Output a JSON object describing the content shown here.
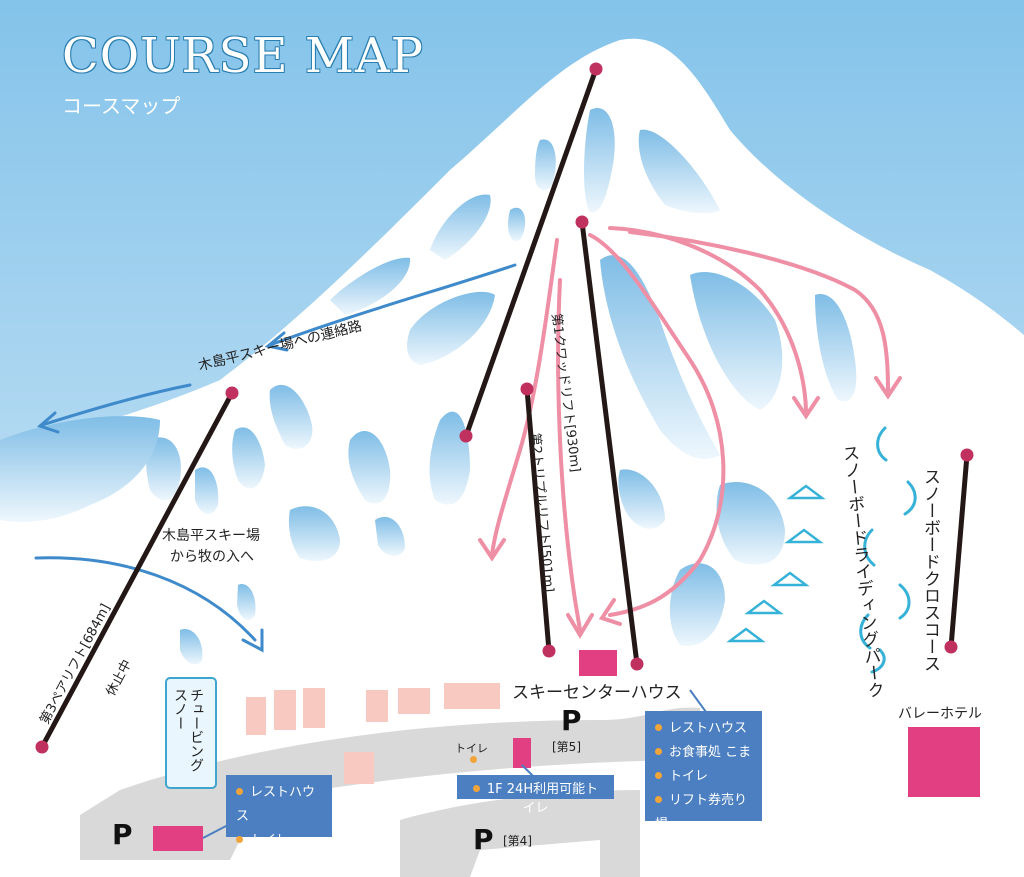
{
  "title": "COURSE MAP",
  "subtitle": "コースマップ",
  "colors": {
    "sky_top": "#84c3ea",
    "sky_bottom": "#dceef9",
    "trees": "#8fc5e8",
    "lift_line": "#231815",
    "lift_end": "#c0315f",
    "course_arrow": "#ee8fa5",
    "link_arrow": "#3e8acb",
    "building_pink": "#e23f83",
    "building_light": "#f7c9c0",
    "road": "#d9d9d9",
    "info_box": "#4b7fc1",
    "park_marks": "#36b2d8"
  },
  "lifts": {
    "lift1": "第1クワッドリフト[930m]",
    "lift2": "第2トリプルリフト[501m]",
    "lift3": "第3ペアリフト[684m]",
    "lift3_status": "休止中"
  },
  "labels": {
    "kijimadaira_link": "木島平スキー場への連絡路",
    "kijimadaira_from": [
      "木島平スキー場",
      "から牧の入へ"
    ],
    "tubing": [
      "チュービング",
      "スノー"
    ],
    "ski_center": "スキーセンターハウス",
    "sb_riding_park": "スノーボードライディングパーク",
    "sb_cross": "スノーボードクロスコース",
    "valley_hotel": "バレーホテル",
    "toilet": "トイレ",
    "toilet_24h": "1F 24H利用可能トイレ"
  },
  "parking": {
    "p_label": "P",
    "p5": "[第5]",
    "p4": "[第4]"
  },
  "info_boxes": {
    "center_house": [
      "レストハウス",
      "お食事処 こま",
      "トイレ",
      "リフト券売り場"
    ],
    "left_rest": [
      "レストハウス",
      "トイレ"
    ]
  },
  "icons": {
    "bullet": "orange-dot-icon",
    "course_direction": "arrow-down-icon"
  }
}
